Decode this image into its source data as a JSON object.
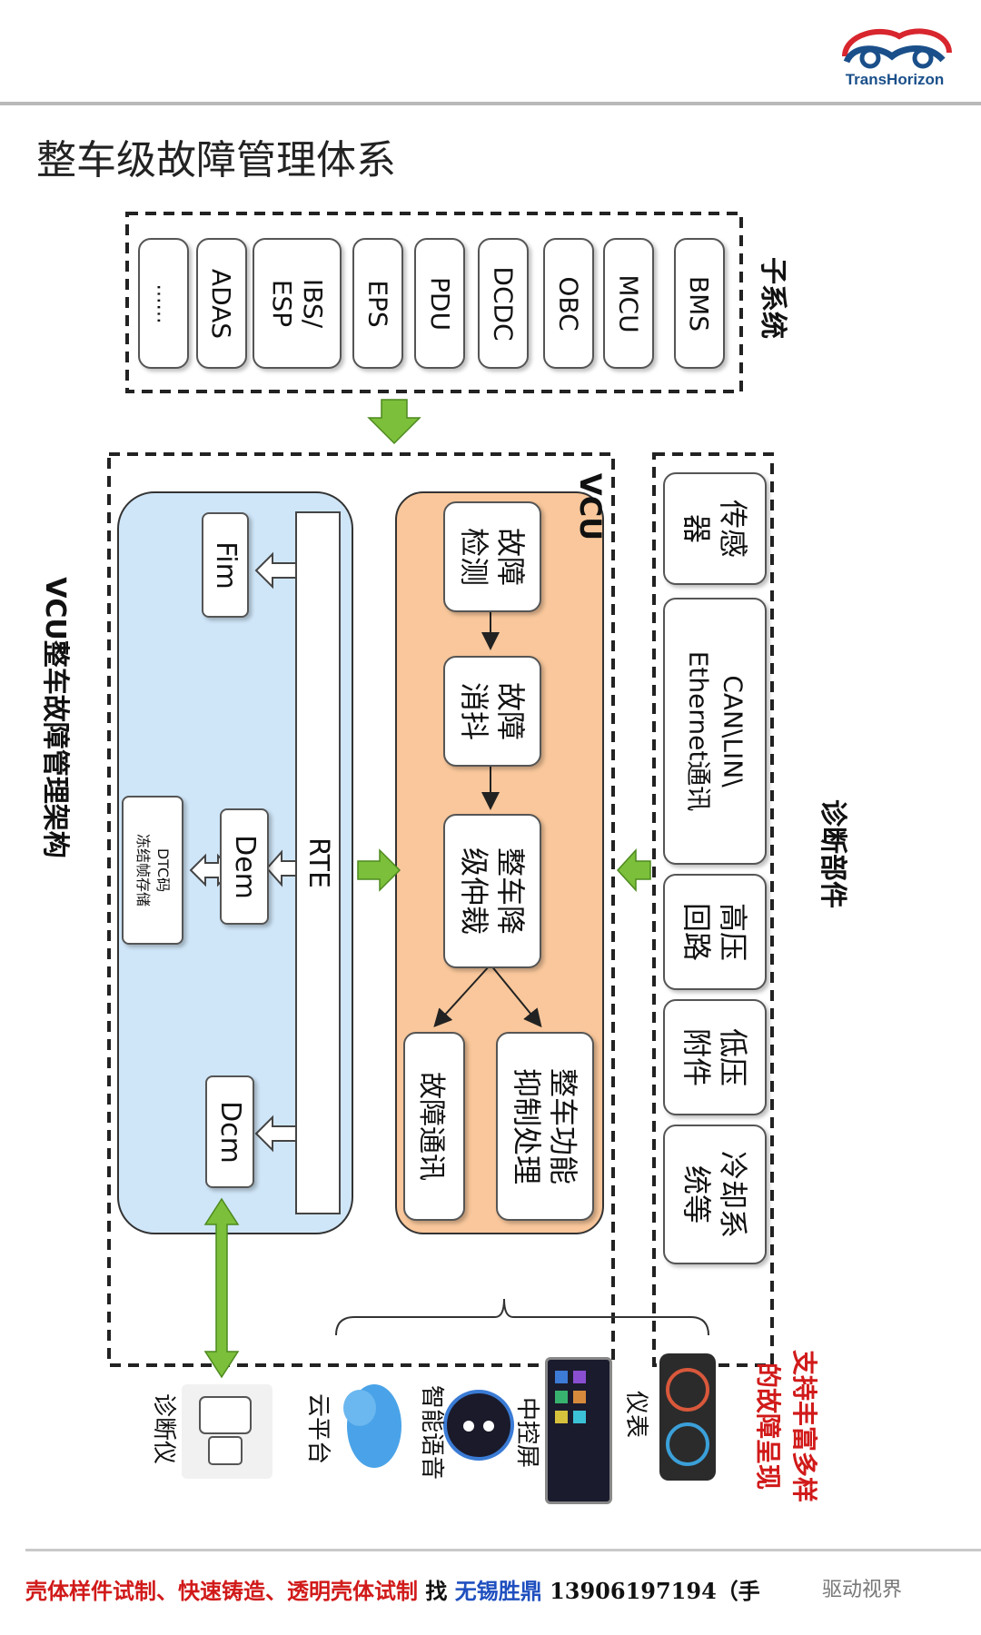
{
  "header": {
    "logo_text": "TransHorizon",
    "title": "整车级故障管理体系"
  },
  "subsystems": {
    "label": "子系统",
    "items": [
      "BMS",
      "MCU",
      "OBC",
      "DCDC",
      "PDU",
      "EPS",
      "IBS/\nESP",
      "ADAS",
      "……"
    ]
  },
  "vcu": {
    "label": "VCU",
    "flow": [
      "故障\n检测",
      "故障\n消抖",
      "整车降\n级仲裁"
    ],
    "outputs": [
      "整车功能\n抑制处理",
      "故障通讯"
    ]
  },
  "arch": {
    "label": "VCU整车故障管理架构",
    "rte": "RTE",
    "fim": "Fim",
    "dem": "Dem",
    "dcm": "Dcm",
    "dtc": "DTC码\n冻结帧存储"
  },
  "diag_parts": {
    "label": "诊断部件",
    "items": [
      "传感\n器",
      "CAN\\LIN\\\nEthernet通讯",
      "高压\n回路",
      "低压\n附件",
      "冷却系\n统等"
    ]
  },
  "presentation": {
    "label": "支持丰富多样\n的故障呈现",
    "items": [
      "仪表",
      "中控屏",
      "智能语音",
      "云平台",
      "诊断仪"
    ]
  },
  "footer": {
    "ad_part1": "壳体样件试制、快速铸造、透明壳体试制",
    "ad_find": "找",
    "ad_company": "无锡胜鼎",
    "ad_phone": "13906197194（手",
    "watermark": "驱动视界"
  },
  "colors": {
    "vcu_fill": "#f9c79b",
    "arch_fill": "#cfe6f8",
    "arrow_green": "#7cbf3a",
    "red_text": "#d11a1a",
    "blue_text": "#1f4fbf"
  }
}
